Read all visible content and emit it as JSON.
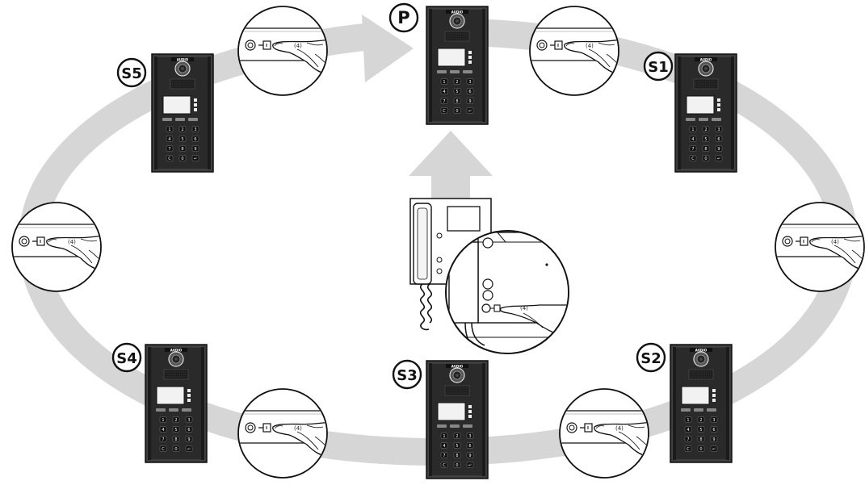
{
  "panel_brand": "AUDIO",
  "keypad_keys": [
    "1",
    "2",
    "3",
    "4",
    "5",
    "6",
    "7",
    "8",
    "9",
    "C",
    "0",
    "↵"
  ],
  "button_label": "(4)",
  "panels": [
    {
      "id": "P",
      "label": "P"
    },
    {
      "id": "S1",
      "label": "S1"
    },
    {
      "id": "S2",
      "label": "S2"
    },
    {
      "id": "S3",
      "label": "S3"
    },
    {
      "id": "S4",
      "label": "S4"
    },
    {
      "id": "S5",
      "label": "S5"
    }
  ],
  "colors": {
    "flow_arrow": "#d6d6d6",
    "panel_body": "#2b2b2b",
    "panel_frame": "#4a4a4a",
    "line": "#111111"
  },
  "icons": {
    "press-button-zoom": "hand pressing programming button",
    "monitor": "indoor monitor with handset",
    "flow-arrow": "circular flow arrow"
  }
}
